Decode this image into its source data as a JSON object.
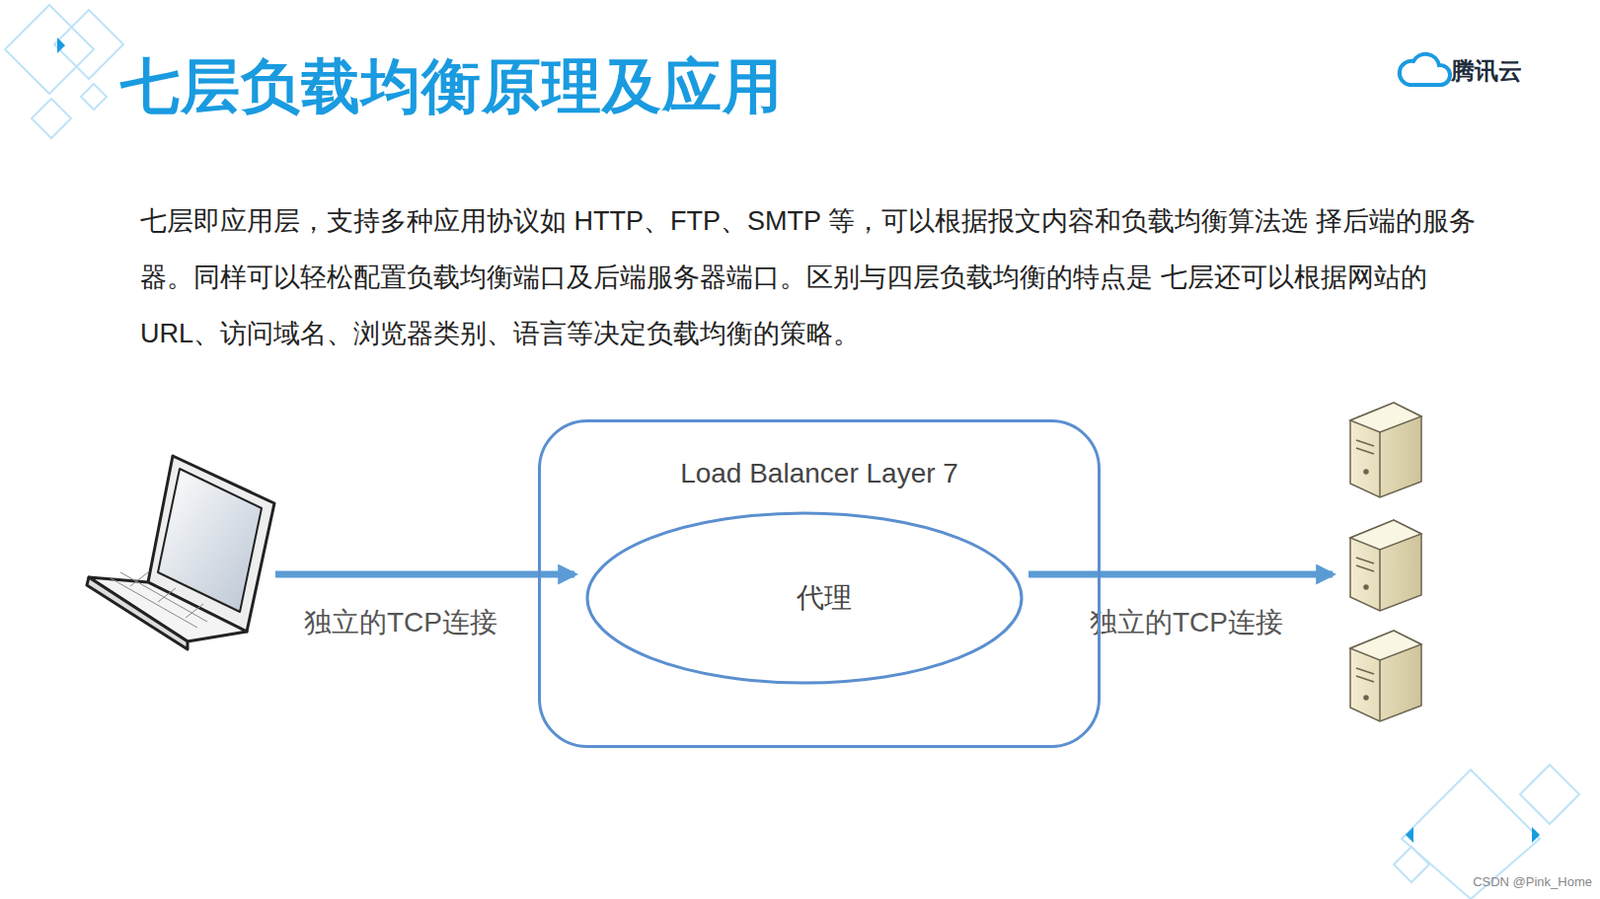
{
  "diagram": {
    "title": "七层负载均衡原理及应用",
    "nodes": [
      {
        "text": [
          "Load Balancer Layer 7"
        ]
      },
      {
        "text": [
          "代理"
        ],
        "in": 0
      }
    ],
    "labels": [
      "腾讯云",
      "七层即应用层，支持多种应用协议如 HTTP、FTP、SMTP 等，可以根据报文内容和负载均衡算法选 择后端的服务器。同样可以轻松配置负载均衡端口及后端服务器端口。区别与四层负载均衡的特点是 七层还可以根据网站的 URL、访问域名、浏览器类别、语言等决定负载均衡的策略。",
      "独立的TCP连接",
      "独立的TCP连接",
      "CSDN @Pink_Home"
    ]
  }
}
